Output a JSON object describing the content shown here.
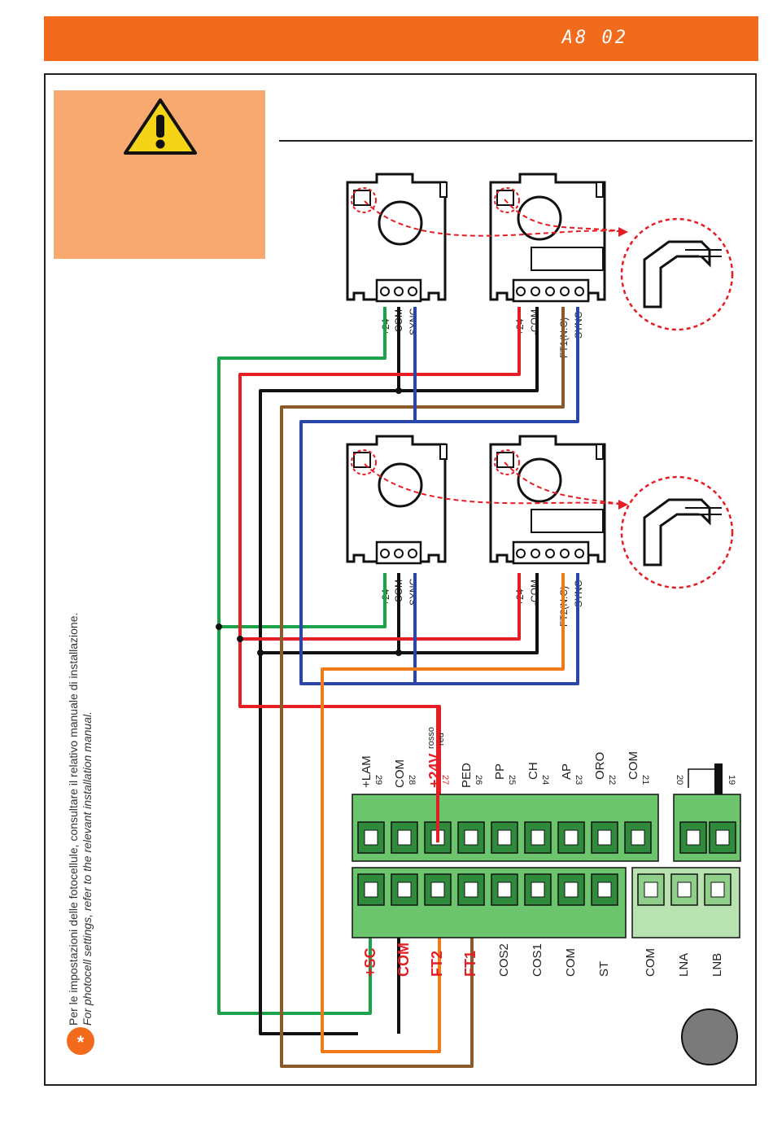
{
  "header": {
    "code": "A8 02"
  },
  "note": {
    "badge": "*",
    "line_it": "Per le impostazioni delle fotocellule, consultare il relativo manuale di installazione.",
    "line_en": "For photocell settings, refer to the relevant installation manual."
  },
  "photocells": {
    "tx_terminals": [
      "+24",
      "-COM",
      "SYNC"
    ],
    "rx1_terminals": [
      "+24",
      "-COM",
      "FT1(N.C)",
      "SYNC"
    ],
    "rx2_terminals": [
      "+24",
      "-COM",
      "FT2(N.C)",
      "SYNC"
    ]
  },
  "wire_note": {
    "it": "rosso",
    "en": "red"
  },
  "board": {
    "top_labels": [
      "+LAM",
      "COM",
      "+24V",
      "PED",
      "PP",
      "CH",
      "AP",
      "ORO",
      "COM"
    ],
    "top_numbers": [
      "29",
      "28",
      "27",
      "26",
      "25",
      "24",
      "23",
      "22",
      "21"
    ],
    "right_numbers": [
      "20",
      "19"
    ],
    "bottom_labels": [
      "+SC",
      "COM",
      "FT2",
      "FT1",
      "COS2",
      "COS1",
      "COM",
      "ST",
      "COM",
      "LNA",
      "LNB"
    ]
  },
  "colors": {
    "brand_orange": "#f26a1b",
    "warning_bg": "#f8a96f",
    "wire_green": "#1aa34a",
    "wire_black": "#111111",
    "wire_red": "#e31e24",
    "wire_brown": "#8b5a2b",
    "wire_blue": "#2a46a8",
    "wire_orange": "#f07a1a",
    "terminal_green": "#6cc46c",
    "terminal_light": "#b8e2b0"
  }
}
